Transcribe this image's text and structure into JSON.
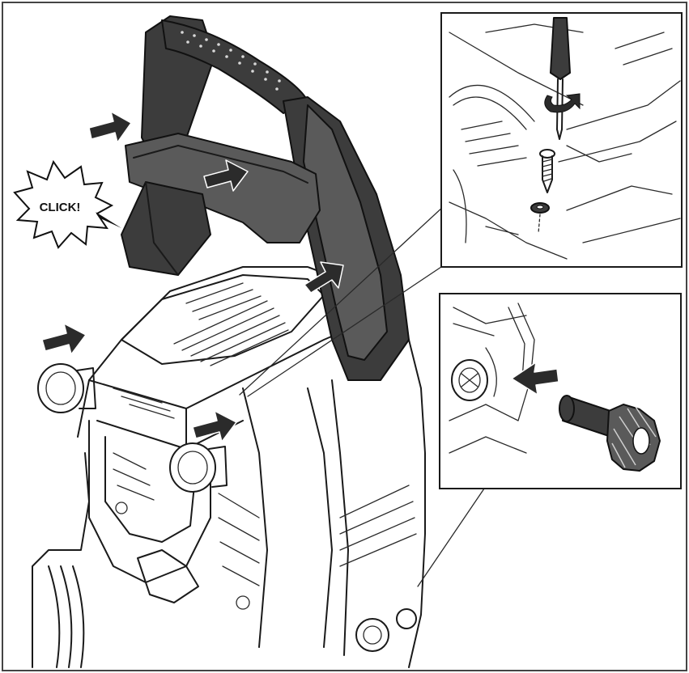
{
  "figure": {
    "callout_text": "CLICK!",
    "colors": {
      "ink": "#1a1a1a",
      "handle": "#3c3c3c",
      "arrow": "#2b2b2b",
      "background": "#ffffff"
    },
    "detail_insets": [
      {
        "subject": "screwdriver-fastening-screw-washer"
      },
      {
        "subject": "push-in-knob-arrow"
      }
    ],
    "arrow_count": 7
  }
}
